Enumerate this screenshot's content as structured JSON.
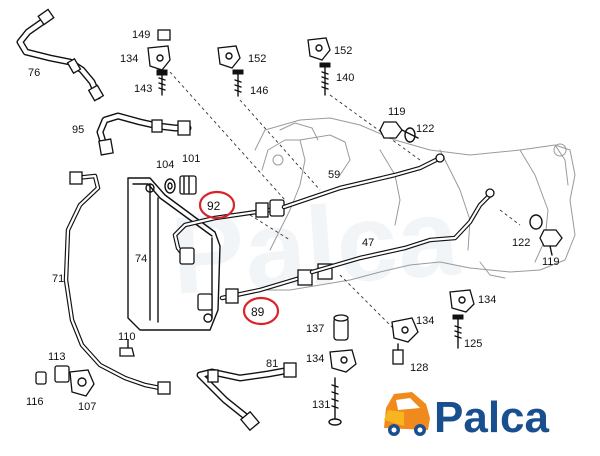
{
  "labels": {
    "p76": "76",
    "p149": "149",
    "p134a": "134",
    "p152a": "152",
    "p152b": "152",
    "p143": "143",
    "p146": "146",
    "p140": "140",
    "p119a": "119",
    "p122a": "122",
    "p95": "95",
    "p104": "104",
    "p101": "101",
    "p59": "59",
    "p92": "92",
    "p47": "47",
    "p74": "74",
    "p71": "71",
    "p122b": "122",
    "p119b": "119",
    "p89": "89",
    "p134b": "134",
    "p134c": "134",
    "p137": "137",
    "p110": "110",
    "p125": "125",
    "p113": "113",
    "p134d": "134",
    "p128": "128",
    "p81": "81",
    "p116": "116",
    "p107": "107",
    "p131": "131"
  },
  "logo": {
    "text": "Palca"
  },
  "watermark": {
    "text": "Palca"
  },
  "colors": {
    "highlight": "#d9232a",
    "logo_orange": "#f08a1c",
    "logo_yellow": "#f7b51e",
    "logo_text": "#1a4f8f",
    "line": "#111111"
  }
}
